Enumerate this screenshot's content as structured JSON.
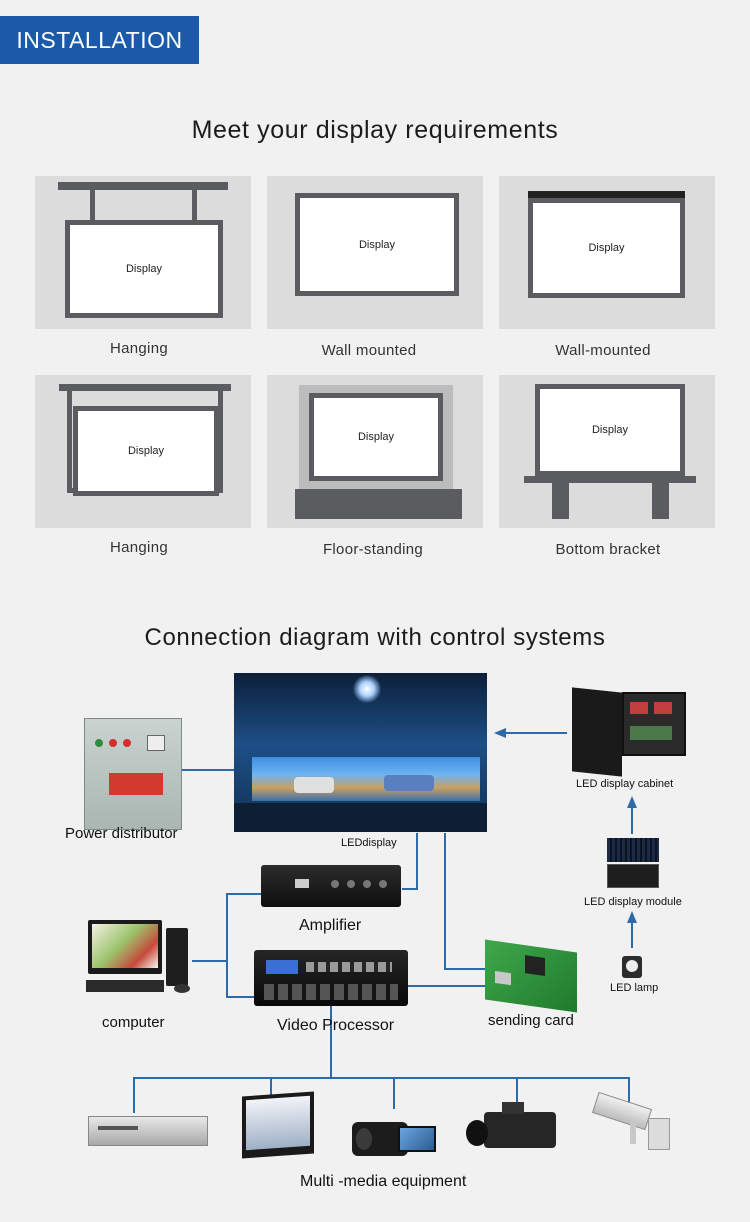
{
  "banner": "INSTALLATION",
  "section1": {
    "title": "Meet your display requirements",
    "display_text": "Display",
    "captions": [
      "Hanging",
      "Wall mounted",
      "Wall-mounted",
      "Hanging",
      "Floor-standing",
      "Bottom bracket"
    ]
  },
  "section2": {
    "title": "Connection diagram with control systems",
    "labels": {
      "power": "Power distributor",
      "led_display": "LEDdisplay",
      "amplifier": "Amplifier",
      "computer": "computer",
      "video_processor": "Video Processor",
      "sending_card": "sending card",
      "cabinet": "LED display cabinet",
      "module": "LED display module",
      "lamp": "LED lamp",
      "multimedia": "Multi -media equipment"
    }
  }
}
